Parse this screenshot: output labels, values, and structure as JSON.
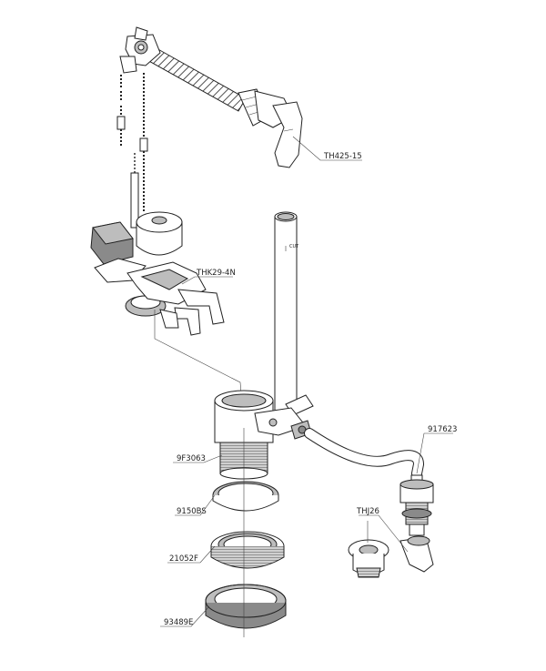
{
  "labels": {
    "th425": "TH425-15",
    "thk29": "THK29-4N",
    "p917623": "917623",
    "p9f3063": "9F3063",
    "p9150bs": "9150BS",
    "thj26": "THJ26",
    "p21052f": "21052F",
    "p93489e": "93489E"
  },
  "marks": {
    "pipe_text": "CUT"
  }
}
